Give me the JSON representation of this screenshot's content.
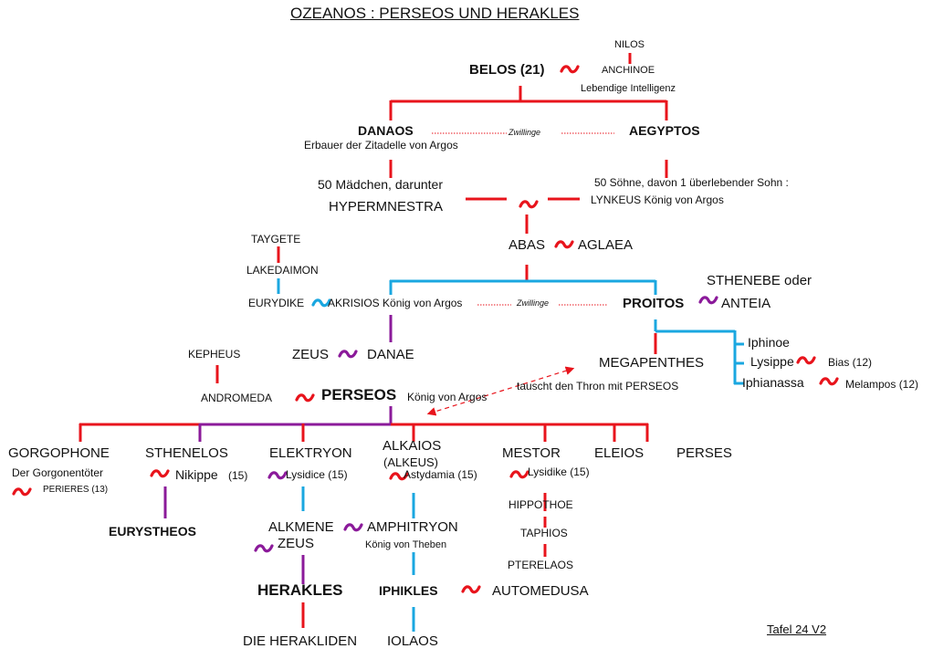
{
  "title": "OZEANOS : PERSEOS UND HERAKLES",
  "colors": {
    "red": "#e8141c",
    "blue": "#1aa7e0",
    "purple": "#8b1a9a"
  },
  "labels": {
    "nilos": "NILOS",
    "anchinoe": "ANCHINOE",
    "anchinoe_note": "Lebendige Intelligenz",
    "belos": "BELOS (21)",
    "danaos": "DANAOS",
    "danaos_note": "Erbauer der Zitadelle von Argos",
    "twins_1": "Zwillinge",
    "aegyptos": "AEGYPTOS",
    "daughters": "50 Mädchen, darunter",
    "hypermnestra": "HYPERMNESTRA",
    "sons": "50 Söhne, davon 1 überlebender Sohn :",
    "lynkeus": "LYNKEUS König von Argos",
    "abas": "ABAS",
    "aglaea": "AGLAEA",
    "taygete": "TAYGETE",
    "lakedaimon": "LAKEDAIMON",
    "eurydike": "EURYDIKE",
    "akrisios": "AKRISIOS König von Argos",
    "twins_2": "Zwillinge",
    "proitos": "PROITOS",
    "sthenebe": "STHENEBE oder",
    "anteia": "ANTEIA",
    "kepheus": "KEPHEUS",
    "zeus_1": "ZEUS",
    "danae": "DANAE",
    "andromeda": "ANDROMEDA",
    "perseos": "PERSEOS",
    "perseos_note": "König von Argos",
    "megapenthes": "MEGAPENTHES",
    "throne_note": "tauscht den Thron mit PERSEOS",
    "iphinoe": "Iphinoe",
    "lysippe": "Lysippe",
    "bias": "Bias (12)",
    "iphianassa": "Iphianassa",
    "melampos": "Melampos (12)",
    "gorgophone": "GORGOPHONE",
    "gorgophone_note": "Der Gorgonentöter",
    "perieres": "PERIERES (13)",
    "sthenelos": "STHENELOS",
    "nikippe": "Nikippe",
    "nikippe_ref": "(15)",
    "eurystheos": "EURYSTHEOS",
    "elektryon": "ELEKTRYON",
    "lysidice": "Lysidice (15)",
    "alkaios": "ALKAIOS",
    "alkeus": "(ALKEUS)",
    "astydamia": "Astydamia (15)",
    "mestor": "MESTOR",
    "lysidike": "Lysidike (15)",
    "eleios": "ELEIOS",
    "perses": "PERSES",
    "alkmene": "ALKMENE",
    "amphitryon": "AMPHITRYON",
    "amphitryon_note": "König von Theben",
    "zeus_2": "ZEUS",
    "hippothoe": "HIPPOTHOE",
    "taphios": "TAPHIOS",
    "pterelaos": "PTERELAOS",
    "herakles": "HERAKLES",
    "iphikles": "IPHIKLES",
    "automedusa": "AUTOMEDUSA",
    "herakliden": "DIE HERAKLIDEN",
    "iolaos": "IOLAOS"
  },
  "footer": "Tafel  24 V2"
}
